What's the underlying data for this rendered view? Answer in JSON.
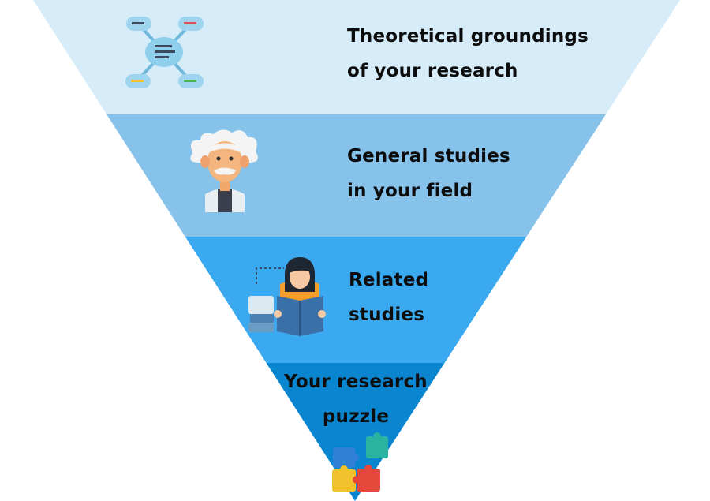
{
  "funnel": {
    "levels": [
      {
        "lines": [
          "Theoretical groundings",
          "of your research"
        ],
        "icon": "mind-map-icon",
        "color": "#d6ecf9"
      },
      {
        "lines": [
          "General studies",
          "in your field"
        ],
        "icon": "scientist-icon",
        "color": "#86c2ea"
      },
      {
        "lines": [
          "Related",
          "studies"
        ],
        "icon": "reading-student-icon",
        "color": "#3aa9ef"
      },
      {
        "lines": [
          "Your research",
          "puzzle"
        ],
        "icon": "puzzle-icon",
        "color": "#0a85cf"
      }
    ]
  }
}
